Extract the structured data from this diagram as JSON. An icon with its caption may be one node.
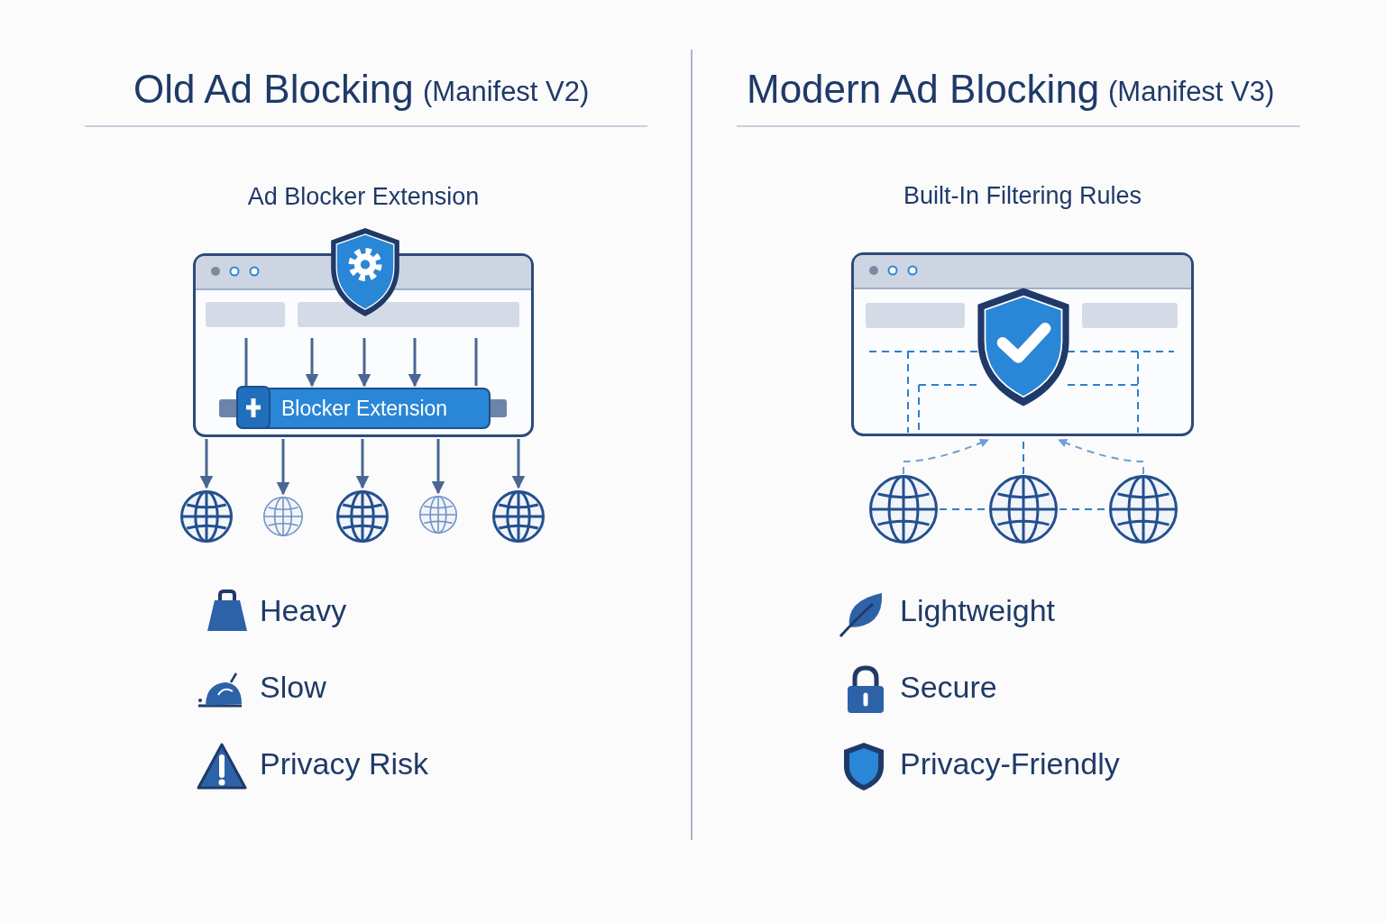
{
  "diagram": {
    "nodes": [
      {
        "text": [],
        "shape": "box",
        "beside": [
          "Ad Blocker Extension"
        ]
      },
      {
        "text": [
          "Blocker Extension"
        ],
        "in": 0
      },
      {
        "text": [],
        "shape": "globe"
      },
      {
        "text": [],
        "shape": "globe"
      },
      {
        "text": [],
        "shape": "globe"
      },
      {
        "text": [],
        "shape": "globe"
      },
      {
        "text": [],
        "shape": "globe"
      },
      {
        "text": [],
        "shape": "box",
        "beside": [
          "Built-In Filtering Rules"
        ]
      },
      {
        "text": [],
        "shape": "globe"
      },
      {
        "text": [],
        "shape": "globe"
      },
      {
        "text": [],
        "shape": "globe"
      }
    ],
    "edges": [
      {
        "from": null,
        "to": 1,
        "arrow": "none"
      },
      {
        "from": null,
        "to": 1,
        "arrow": "to"
      },
      {
        "from": null,
        "to": 1,
        "arrow": "to"
      },
      {
        "from": null,
        "to": 1,
        "arrow": "to"
      },
      {
        "from": null,
        "to": 1,
        "arrow": "none"
      },
      {
        "from": 0,
        "to": 2,
        "arrow": "to"
      },
      {
        "from": 0,
        "to": 3,
        "arrow": "to"
      },
      {
        "from": 0,
        "to": 4,
        "arrow": "to"
      },
      {
        "from": 0,
        "to": 5,
        "arrow": "to"
      },
      {
        "from": 0,
        "to": 6,
        "arrow": "to"
      },
      {
        "from": 8,
        "to": 7,
        "arrow": "to",
        "style": "dashed",
        "color": "#6f9fd0"
      },
      {
        "from": 9,
        "to": 7,
        "arrow": "none",
        "style": "dashed",
        "color": "#2f7fd0"
      },
      {
        "from": 10,
        "to": 7,
        "arrow": "to",
        "style": "dashed",
        "color": "#6f9fd0"
      },
      {
        "from": 8,
        "to": 9,
        "arrow": "none",
        "style": "dashed",
        "color": "#2f7fd0"
      },
      {
        "from": 9,
        "to": 10,
        "arrow": "none",
        "style": "dashed",
        "color": "#2f7fd0"
      }
    ],
    "labels": [
      "Old Ad Blocking",
      "(Manifest V2)",
      "Modern Ad Blocking",
      "(Manifest V3)",
      "Heavy",
      "Slow",
      "Privacy Risk",
      "Lightweight",
      "Secure",
      "Privacy-Friendly"
    ]
  }
}
